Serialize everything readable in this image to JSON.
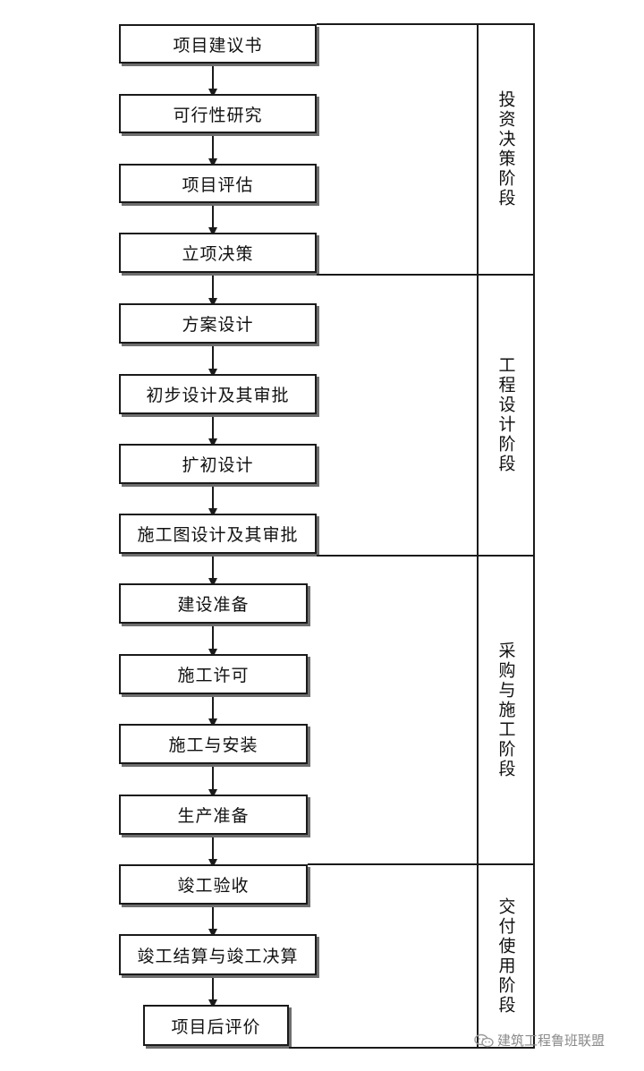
{
  "steps": [
    "项目建议书",
    "可行性研究",
    "项目评估",
    "立项决策",
    "方案设计",
    "初步设计及其审批",
    "扩初设计",
    "施工图设计及其审批",
    "建设准备",
    "施工许可",
    "施工与安装",
    "生产准备",
    "竣工验收",
    "竣工结算与竣工决算",
    "项目后评价"
  ],
  "phases": [
    "投资决策阶段",
    "工程设计阶段",
    "采购与施工阶段",
    "交付使用阶段"
  ],
  "watermark": {
    "text": "建筑工程鲁班联盟",
    "icon": "wechat-icon"
  }
}
